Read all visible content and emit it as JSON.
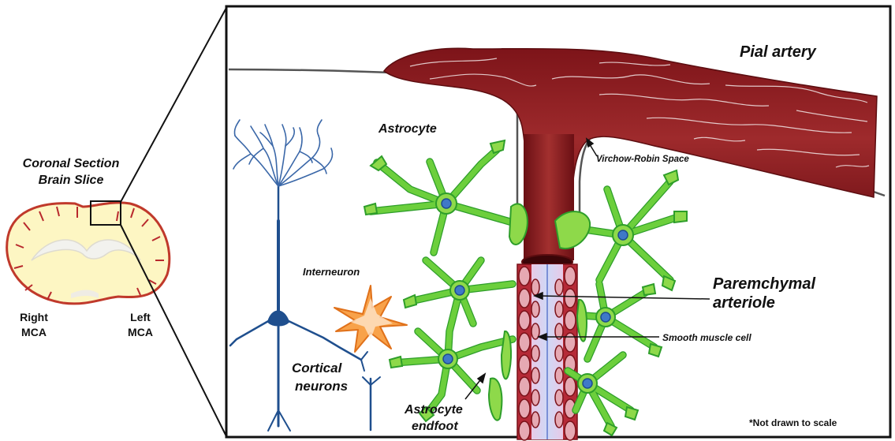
{
  "inset": {
    "title_line1": "Coronal Section",
    "title_line2": "Brain Slice",
    "right_line1": "Right",
    "right_line2": "MCA",
    "left_line1": "Left",
    "left_line2": "MCA"
  },
  "labels": {
    "pial_artery": "Pial artery",
    "astrocyte": "Astrocyte",
    "virchow_robin": "Virchow-Robin Space",
    "interneuron": "Interneuron",
    "paremchymal_line1": "Paremchymal",
    "paremchymal_line2": "arteriole",
    "smooth_muscle": "Smooth muscle cell",
    "cortical_line1": "Cortical",
    "cortical_line2": "neurons",
    "endfoot_line1": "Astrocyte",
    "endfoot_line2": "endfoot",
    "scale_note": "*Not drawn to scale"
  },
  "colors": {
    "artery": "#8e1a1f",
    "astrocyte": "#7fd444",
    "neuron": "#1f4f8e",
    "interneuron": "#f08a1c",
    "brain_fill": "#fdf6c3",
    "brain_outline": "#c0392b"
  }
}
